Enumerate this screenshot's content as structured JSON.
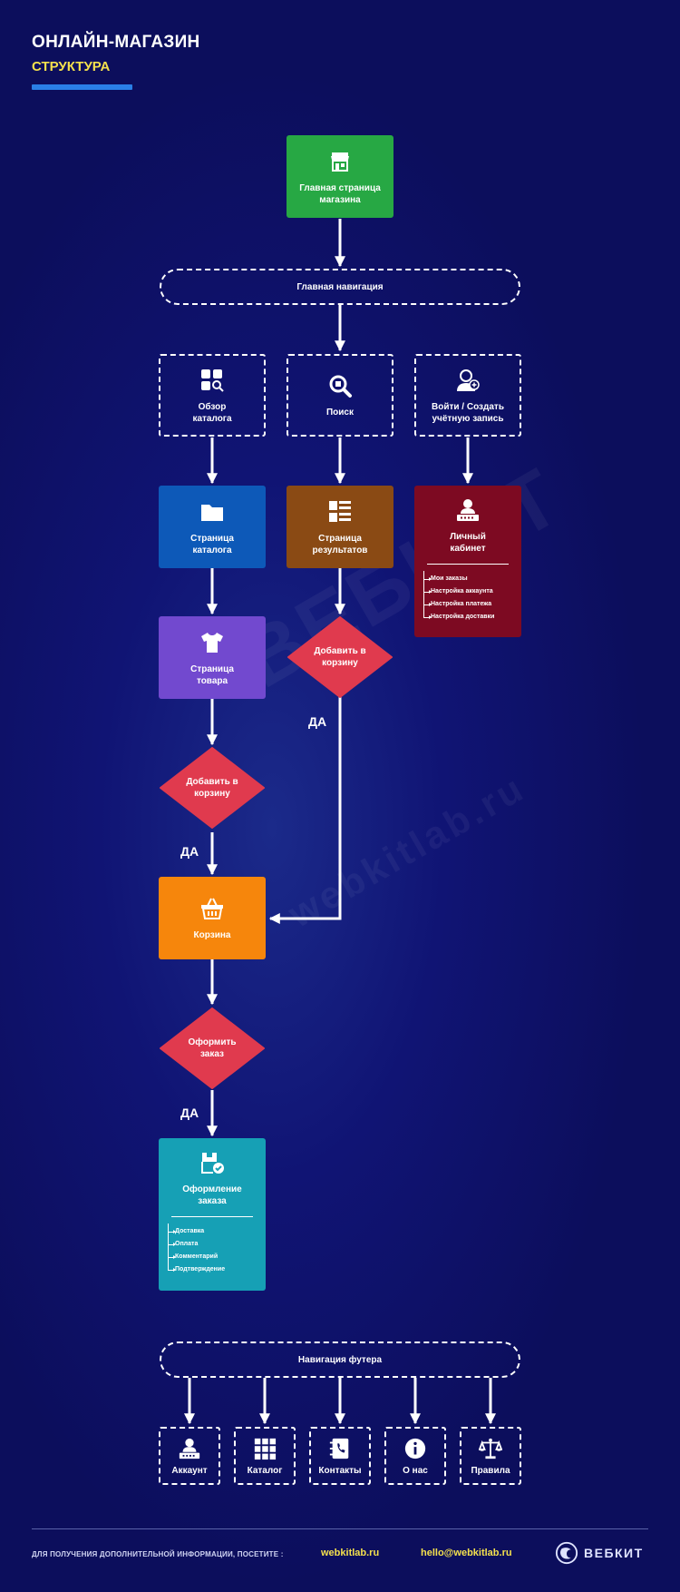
{
  "header": {
    "title": "ОНЛАЙН-МАГАЗИН",
    "subtitle": "СТРУКТУРА"
  },
  "watermark": {
    "brand": "ВЕБКИТ",
    "site": "webkitlab.ru"
  },
  "nodes": {
    "home": {
      "label": "Главная страница магазина",
      "icon": "storefront-icon"
    },
    "main_nav": {
      "label": "Главная навигация"
    },
    "catalog_overview": {
      "label": "Обзор каталога",
      "icon": "grid-search-icon"
    },
    "search": {
      "label": "Поиск",
      "icon": "search-icon"
    },
    "login": {
      "label": "Войти / Создать учётную запись",
      "icon": "user-add-icon"
    },
    "catalog_page": {
      "label": "Страница каталога",
      "icon": "folder-icon"
    },
    "results_page": {
      "label": "Страница результатов",
      "icon": "list-icon"
    },
    "account": {
      "label": "Личный кабинет",
      "icon": "user-card-icon",
      "items": [
        "Мои заказы",
        "Настройка аккаунта",
        "Настройка платежа",
        "Настройка доставки"
      ]
    },
    "product_page": {
      "label": "Страница товара",
      "icon": "tshirt-icon"
    },
    "add_to_cart_right": {
      "label": "Добавить в корзину"
    },
    "add_to_cart_left": {
      "label": "Добавить в корзину"
    },
    "cart": {
      "label": "Корзина",
      "icon": "basket-icon"
    },
    "place_order": {
      "label": "Оформить заказ"
    },
    "checkout": {
      "label": "Оформление заказа",
      "icon": "checkout-icon",
      "items": [
        "Доставка",
        "Оплата",
        "Комментарий",
        "Подтверждение"
      ]
    },
    "footer_nav": {
      "label": "Навигация футера"
    }
  },
  "yes_labels": {
    "right": "ДА",
    "left": "ДА",
    "order": "ДА"
  },
  "footer_items": [
    {
      "label": "Аккаунт",
      "icon": "user-card-icon"
    },
    {
      "label": "Каталог",
      "icon": "grid-icon"
    },
    {
      "label": "Контакты",
      "icon": "phonebook-icon"
    },
    {
      "label": "О нас",
      "icon": "info-icon"
    },
    {
      "label": "Правила",
      "icon": "scales-icon"
    }
  ],
  "footer": {
    "text": "ДЛЯ ПОЛУЧЕНИЯ ДОПОЛНИТЕЛЬНОЙ ИНФОРМАЦИИ, ПОСЕТИТЕ :",
    "site": "webkitlab.ru",
    "email": "hello@webkitlab.ru",
    "brand": "ВЕБКИТ"
  },
  "colors": {
    "background": "#0c0e5c",
    "home": "#27a844",
    "catalog_page": "#0d59b8",
    "results_page": "#8a4a14",
    "account": "#7d0a22",
    "product_page": "#7249cf",
    "diamond": "#e03a4e",
    "cart": "#f6860c",
    "checkout": "#16a0b5",
    "accent_yellow": "#f4e04d",
    "accent_blue": "#2a7fe6"
  }
}
